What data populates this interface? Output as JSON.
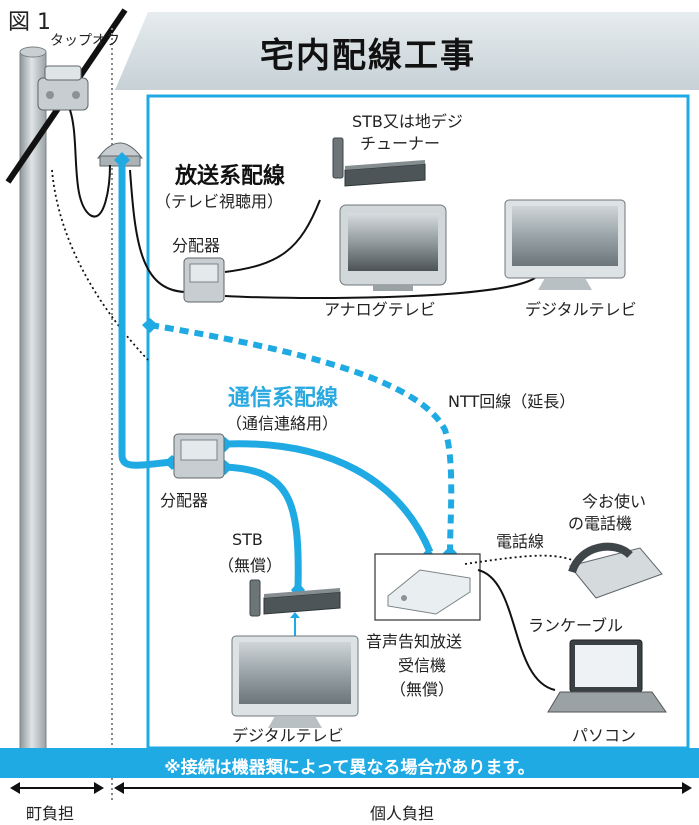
{
  "figure_label": "図 1",
  "title": "宅内配線工事",
  "labels": {
    "tap_off": "タップオフ",
    "broadcast_header": "放送系配線",
    "broadcast_sub": "（テレビ視聴用）",
    "stb_line1": "STB又は地デジ",
    "stb_line2": "チューナー",
    "splitter_top": "分配器",
    "analog_tv": "アナログテレビ",
    "digital_tv_top": "デジタルテレビ",
    "ntt_line": "NTT回線（延長）",
    "comm_header": "通信系配線",
    "comm_sub": "（通信連絡用）",
    "splitter_bottom": "分配器",
    "phone_line1": "今お使い",
    "phone_line2": "の電話機",
    "phone_wire": "電話線",
    "stb_free_line1": "STB",
    "stb_free_line2": "（無償）",
    "lan_cable": "ランケーブル",
    "receiver_line1": "音声告知放送",
    "receiver_line2": "受信機",
    "receiver_line3": "（無償）",
    "digital_tv_bottom": "デジタルテレビ",
    "pc": "パソコン"
  },
  "note": "※接続は機器類によって異なる場合があります。",
  "bottom": {
    "town_burden": "町負担",
    "personal_burden": "個人負担"
  },
  "colors": {
    "accent_blue": "#1faae3",
    "banner_gray": "#cfd8dd",
    "pole_gray": "#b9c0c4"
  }
}
